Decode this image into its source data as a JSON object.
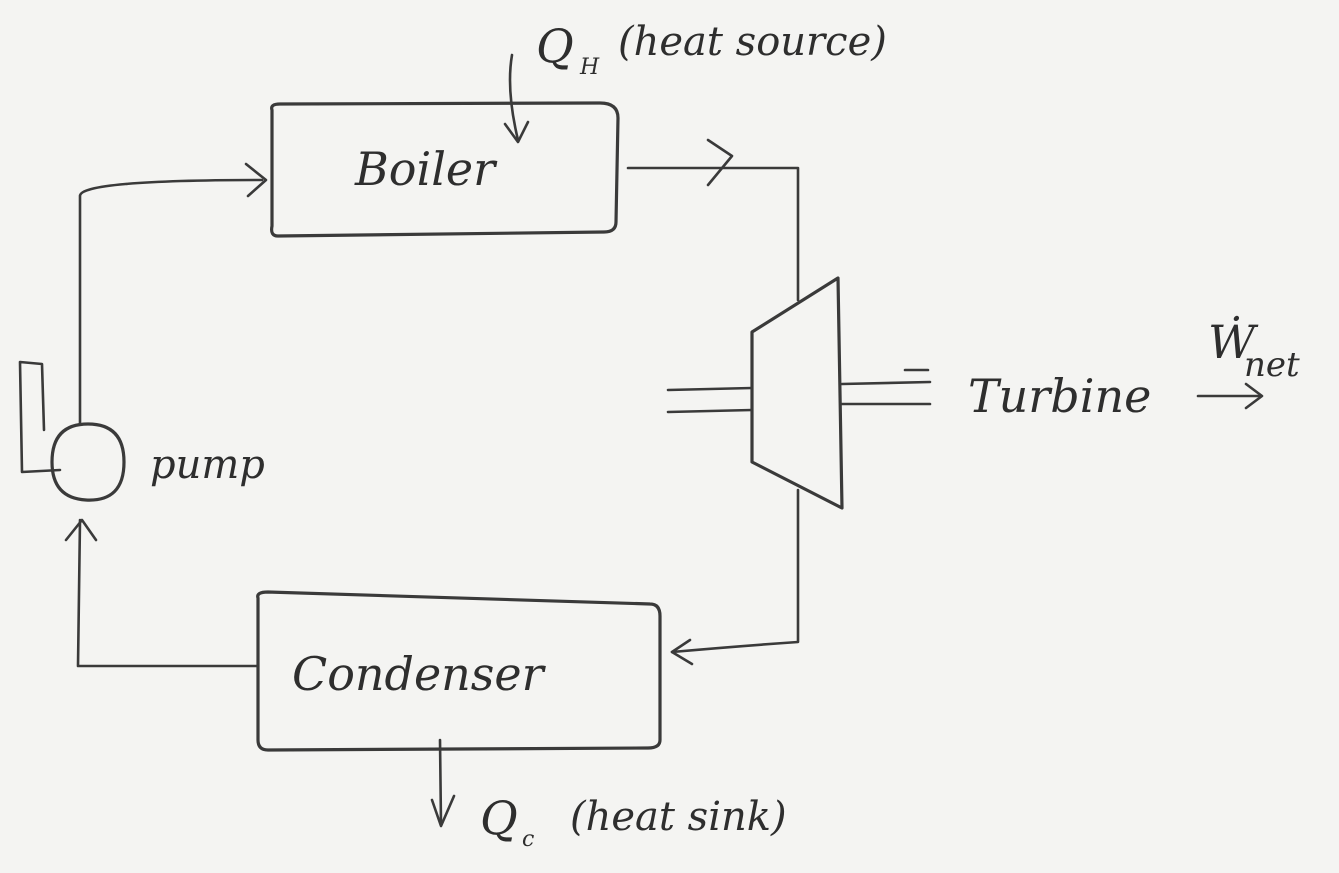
{
  "components": {
    "boiler": "Boiler",
    "turbine": "Turbine",
    "condenser": "Condenser",
    "pump": "pump"
  },
  "heat_in": {
    "symbol": "Q",
    "subscript": "H",
    "note": "(heat source)"
  },
  "heat_out": {
    "symbol": "Q",
    "subscript": "c",
    "note": "(heat sink)"
  },
  "work": {
    "symbol": "Ẇ",
    "subscript": "net"
  },
  "colors": {
    "ink": "#3a3a3a",
    "paper": "#f4f4f2"
  }
}
